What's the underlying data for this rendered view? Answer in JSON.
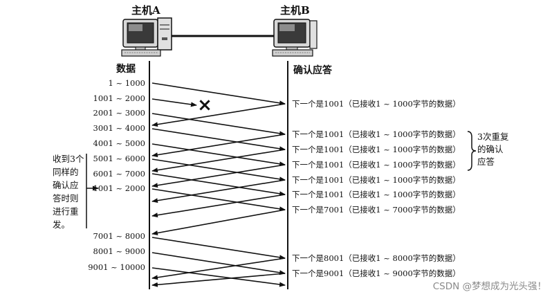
{
  "hosts": {
    "a": {
      "label": "主机A"
    },
    "b": {
      "label": "主机B"
    }
  },
  "columns": {
    "data": "数据",
    "ack": "确认应答"
  },
  "segments": [
    "1 ~ 1000",
    "1001 ~ 2000",
    "2001 ~ 3000",
    "3001 ~ 4000",
    "4001 ~ 5000",
    "5001 ~ 6000",
    "6001 ~ 7000",
    "1001 ~ 2000",
    "7001 ~ 8000",
    "8001 ~ 9000",
    "9001 ~ 10000"
  ],
  "acks": [
    "下一个是1001（已接收1 ~ 1000字节的数据）",
    "下一个是1001（已接收1 ~ 1000字节的数据）",
    "下一个是1001（已接收1 ~ 1000字节的数据）",
    "下一个是1001（已接收1 ~ 1000字节的数据）",
    "下一个是1001（已接收1 ~ 1000字节的数据）",
    "下一个是1001（已接收1 ~ 1000字节的数据）",
    "下一个是7001（已接收1 ~ 7000字节的数据）",
    "下一个是8001（已接收1 ~ 8000字节的数据）",
    "下一个是9001（已接收1 ~ 9000字节的数据）"
  ],
  "annotations": {
    "repeat_ack": [
      "3次重复",
      "的确认",
      "应答"
    ],
    "resend": [
      "收到3个",
      "同样的",
      "确认应",
      "答时则",
      "进行重",
      "发。"
    ]
  },
  "lost_marker": "×",
  "watermark": "CSDN @梦想成为光头强！"
}
